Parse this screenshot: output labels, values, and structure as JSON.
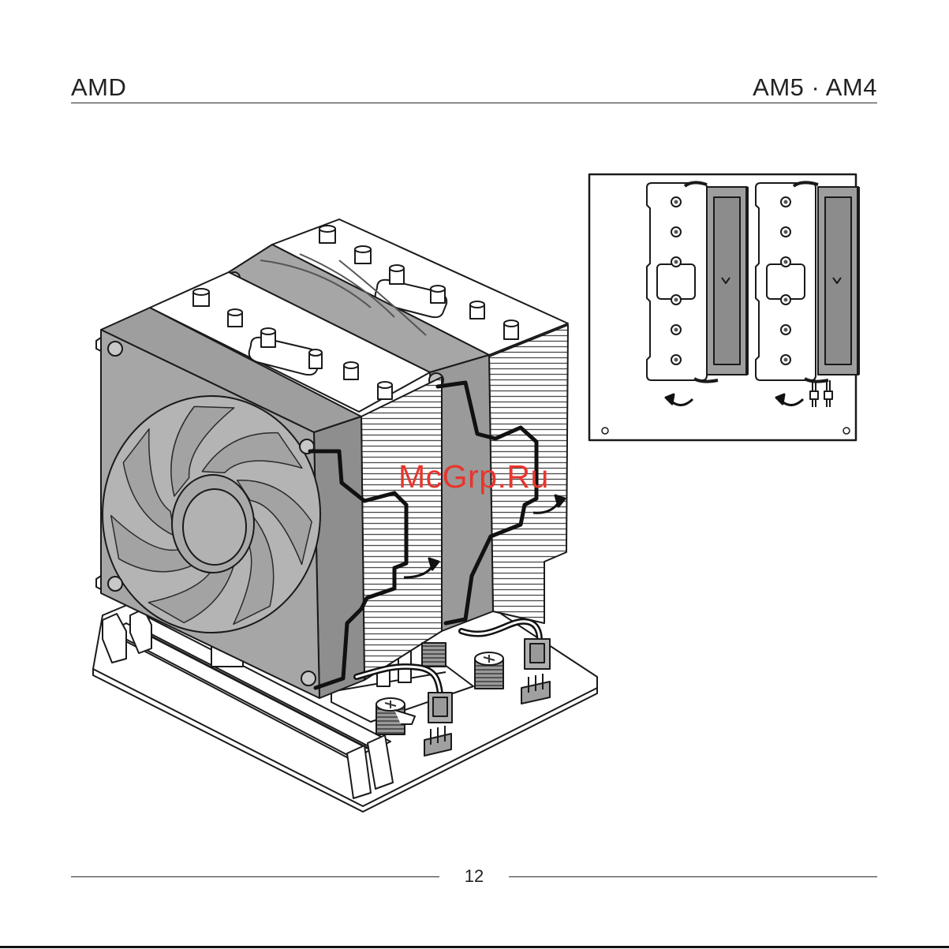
{
  "header": {
    "left": "AMD",
    "right": "AM5 · AM4"
  },
  "footer": {
    "page_number": "12"
  },
  "watermark": {
    "text": "McGrp.Ru",
    "color": "#e8352d"
  },
  "colors": {
    "fan_gray": "#a6a6a6",
    "cable": "#111111",
    "outline": "#1a1a1a"
  }
}
